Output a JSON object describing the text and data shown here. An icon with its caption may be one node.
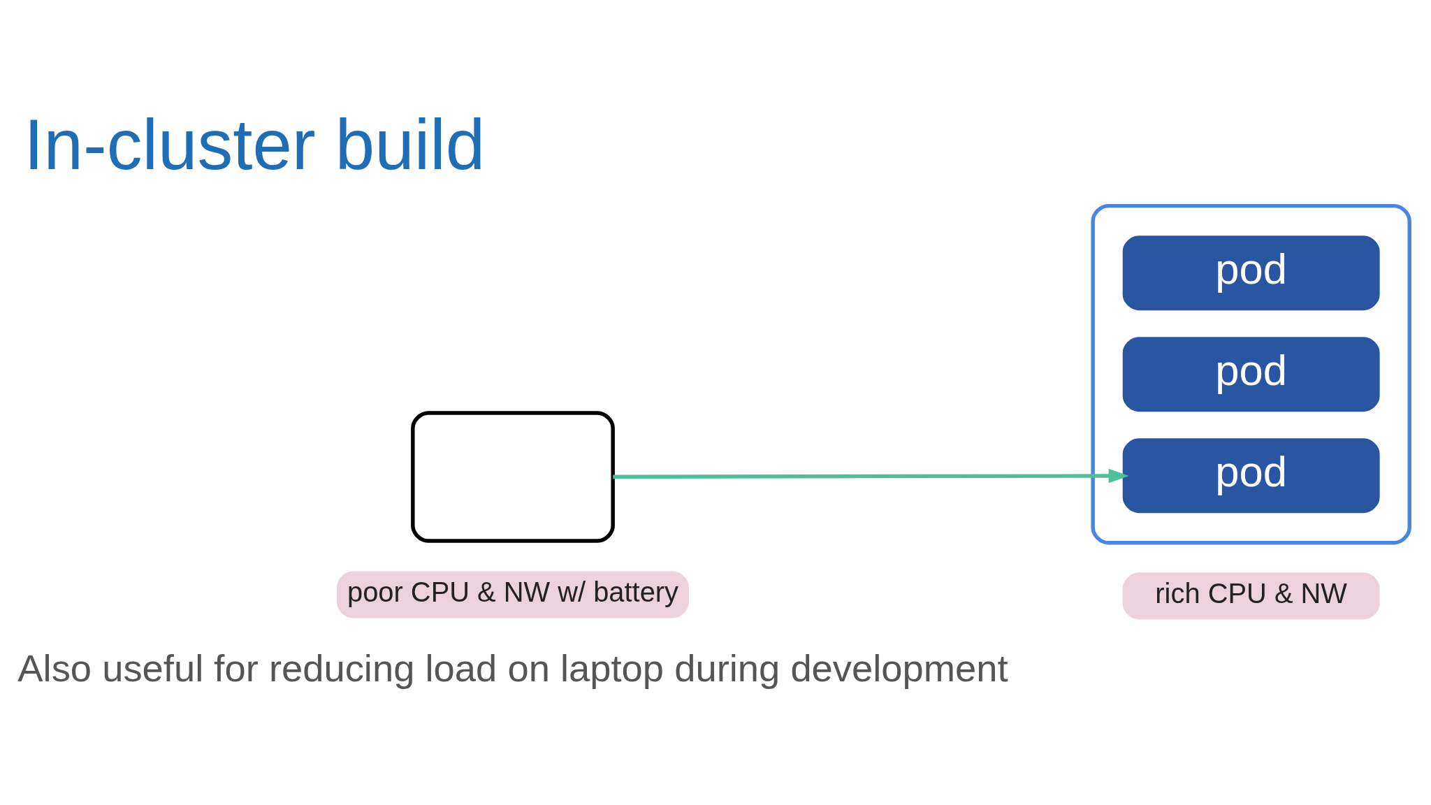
{
  "diagram": {
    "title": "In-cluster build",
    "nodes": [
      {
        "text": [],
        "shape": "laptop"
      },
      {
        "text": [
          "poor CPU & NW w/ battery"
        ]
      },
      {
        "text": [],
        "shape": "box"
      },
      {
        "text": [
          "pod"
        ],
        "in": 2
      },
      {
        "text": [
          "pod"
        ],
        "in": 2
      },
      {
        "text": [
          "pod"
        ],
        "in": 2
      },
      {
        "text": [
          "rich CPU & NW"
        ]
      }
    ],
    "edges": [
      {
        "from": 0,
        "to": 3,
        "arrow": "to"
      }
    ],
    "labels": [
      "Also useful for reducing load on laptop during development"
    ]
  }
}
